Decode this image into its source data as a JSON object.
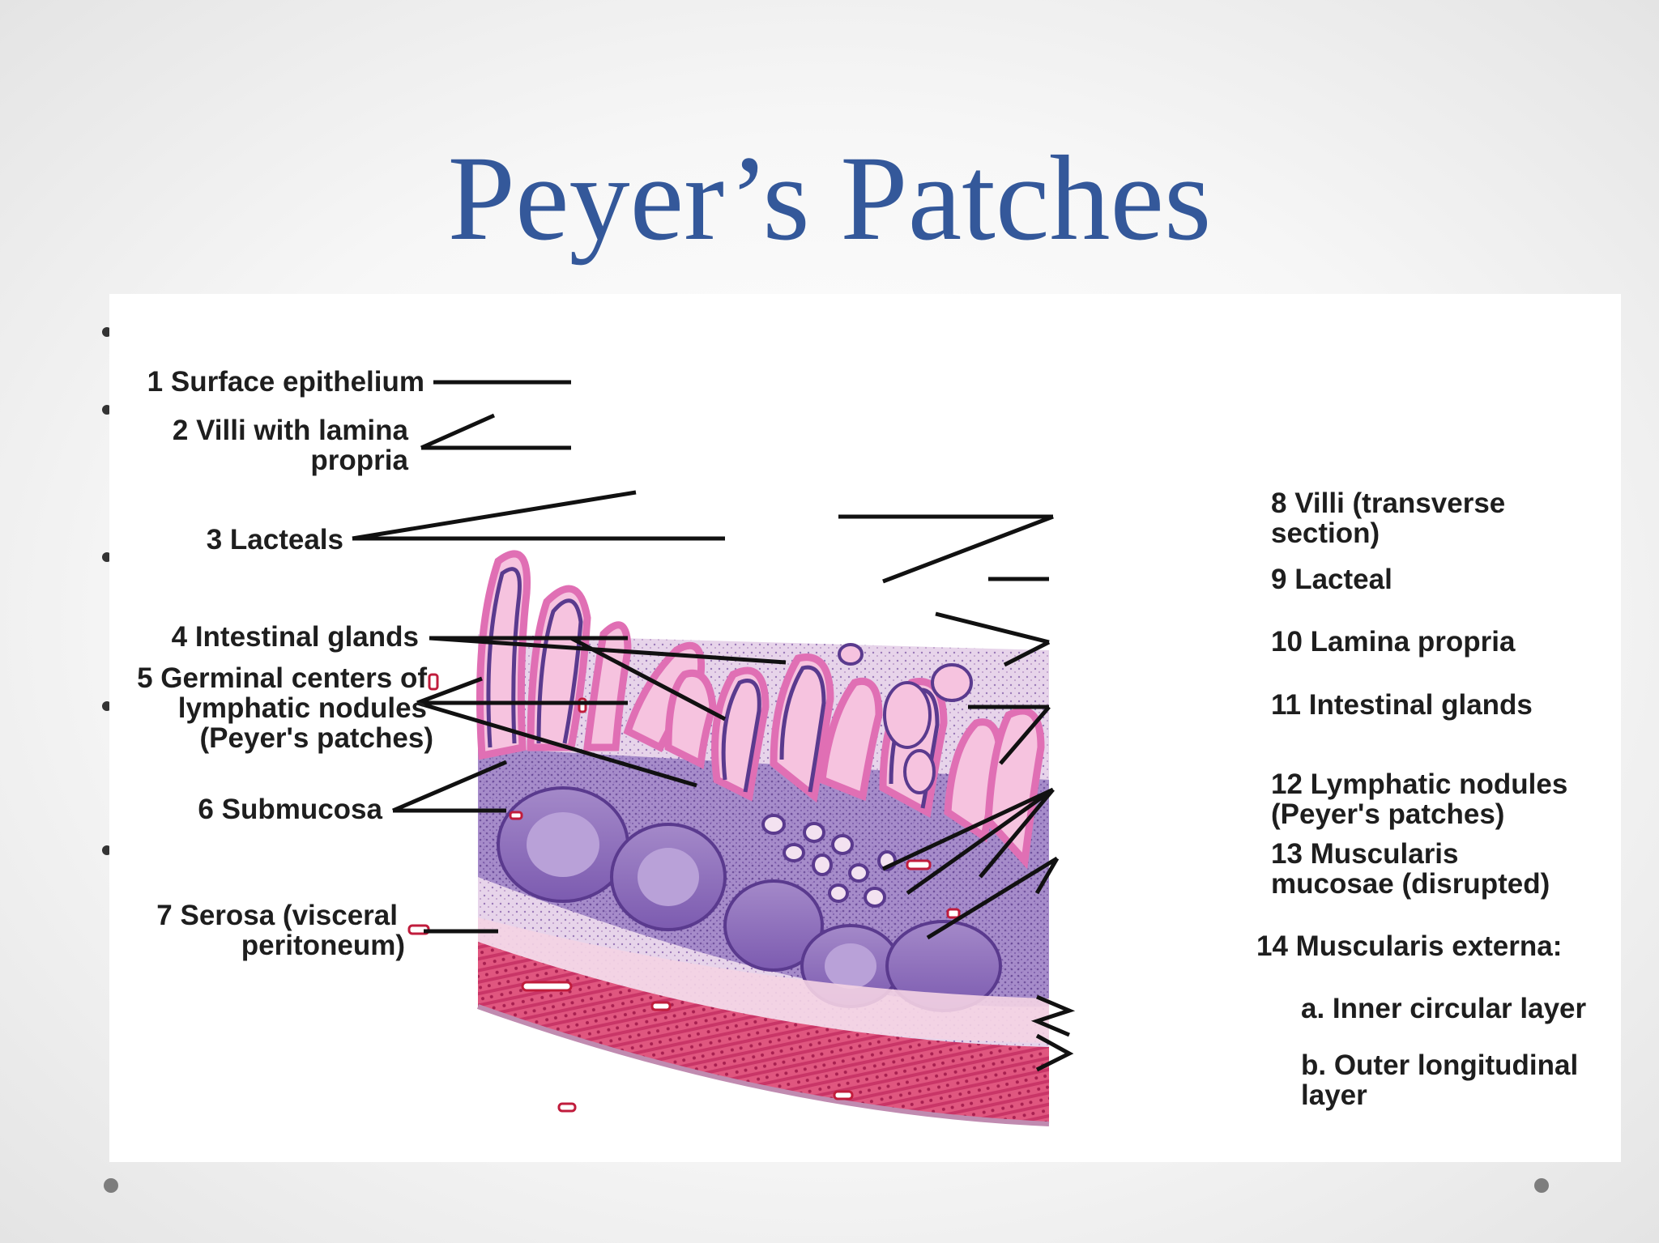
{
  "slide": {
    "title": "Peyer’s Patches"
  },
  "labels_left": {
    "l1": "1 Surface epithelium",
    "l2a": "2 Villi with lamina",
    "l2b": "propria",
    "l3": "3 Lacteals",
    "l4": "4 Intestinal glands",
    "l5a": "5 Germinal centers of",
    "l5b": "lymphatic nodules",
    "l5c": "(Peyer's patches)",
    "l6": "6 Submucosa",
    "l7a": "7 Serosa (visceral",
    "l7b": "peritoneum)"
  },
  "labels_right": {
    "r8a": "8 Villi (transverse",
    "r8b": "section)",
    "r9": "9 Lacteal",
    "r10": "10 Lamina propria",
    "r11": "11 Intestinal glands",
    "r12a": "12 Lymphatic nodules",
    "r12b": "(Peyer's patches)",
    "r13a": "13 Muscularis",
    "r13b": "mucosae (disrupted)",
    "r14": "14 Muscularis externa:",
    "r14a": "a. Inner circular layer",
    "r14b1": "b. Outer longitudinal",
    "r14b2": "layer"
  },
  "colors": {
    "title": "#34589a",
    "epithelium": "#e98ac4",
    "gland": "#5a3a8e",
    "lymphoid": "#8a6ab8",
    "muscle": "#d94a7e",
    "submucosa": "#f2c8dc"
  }
}
